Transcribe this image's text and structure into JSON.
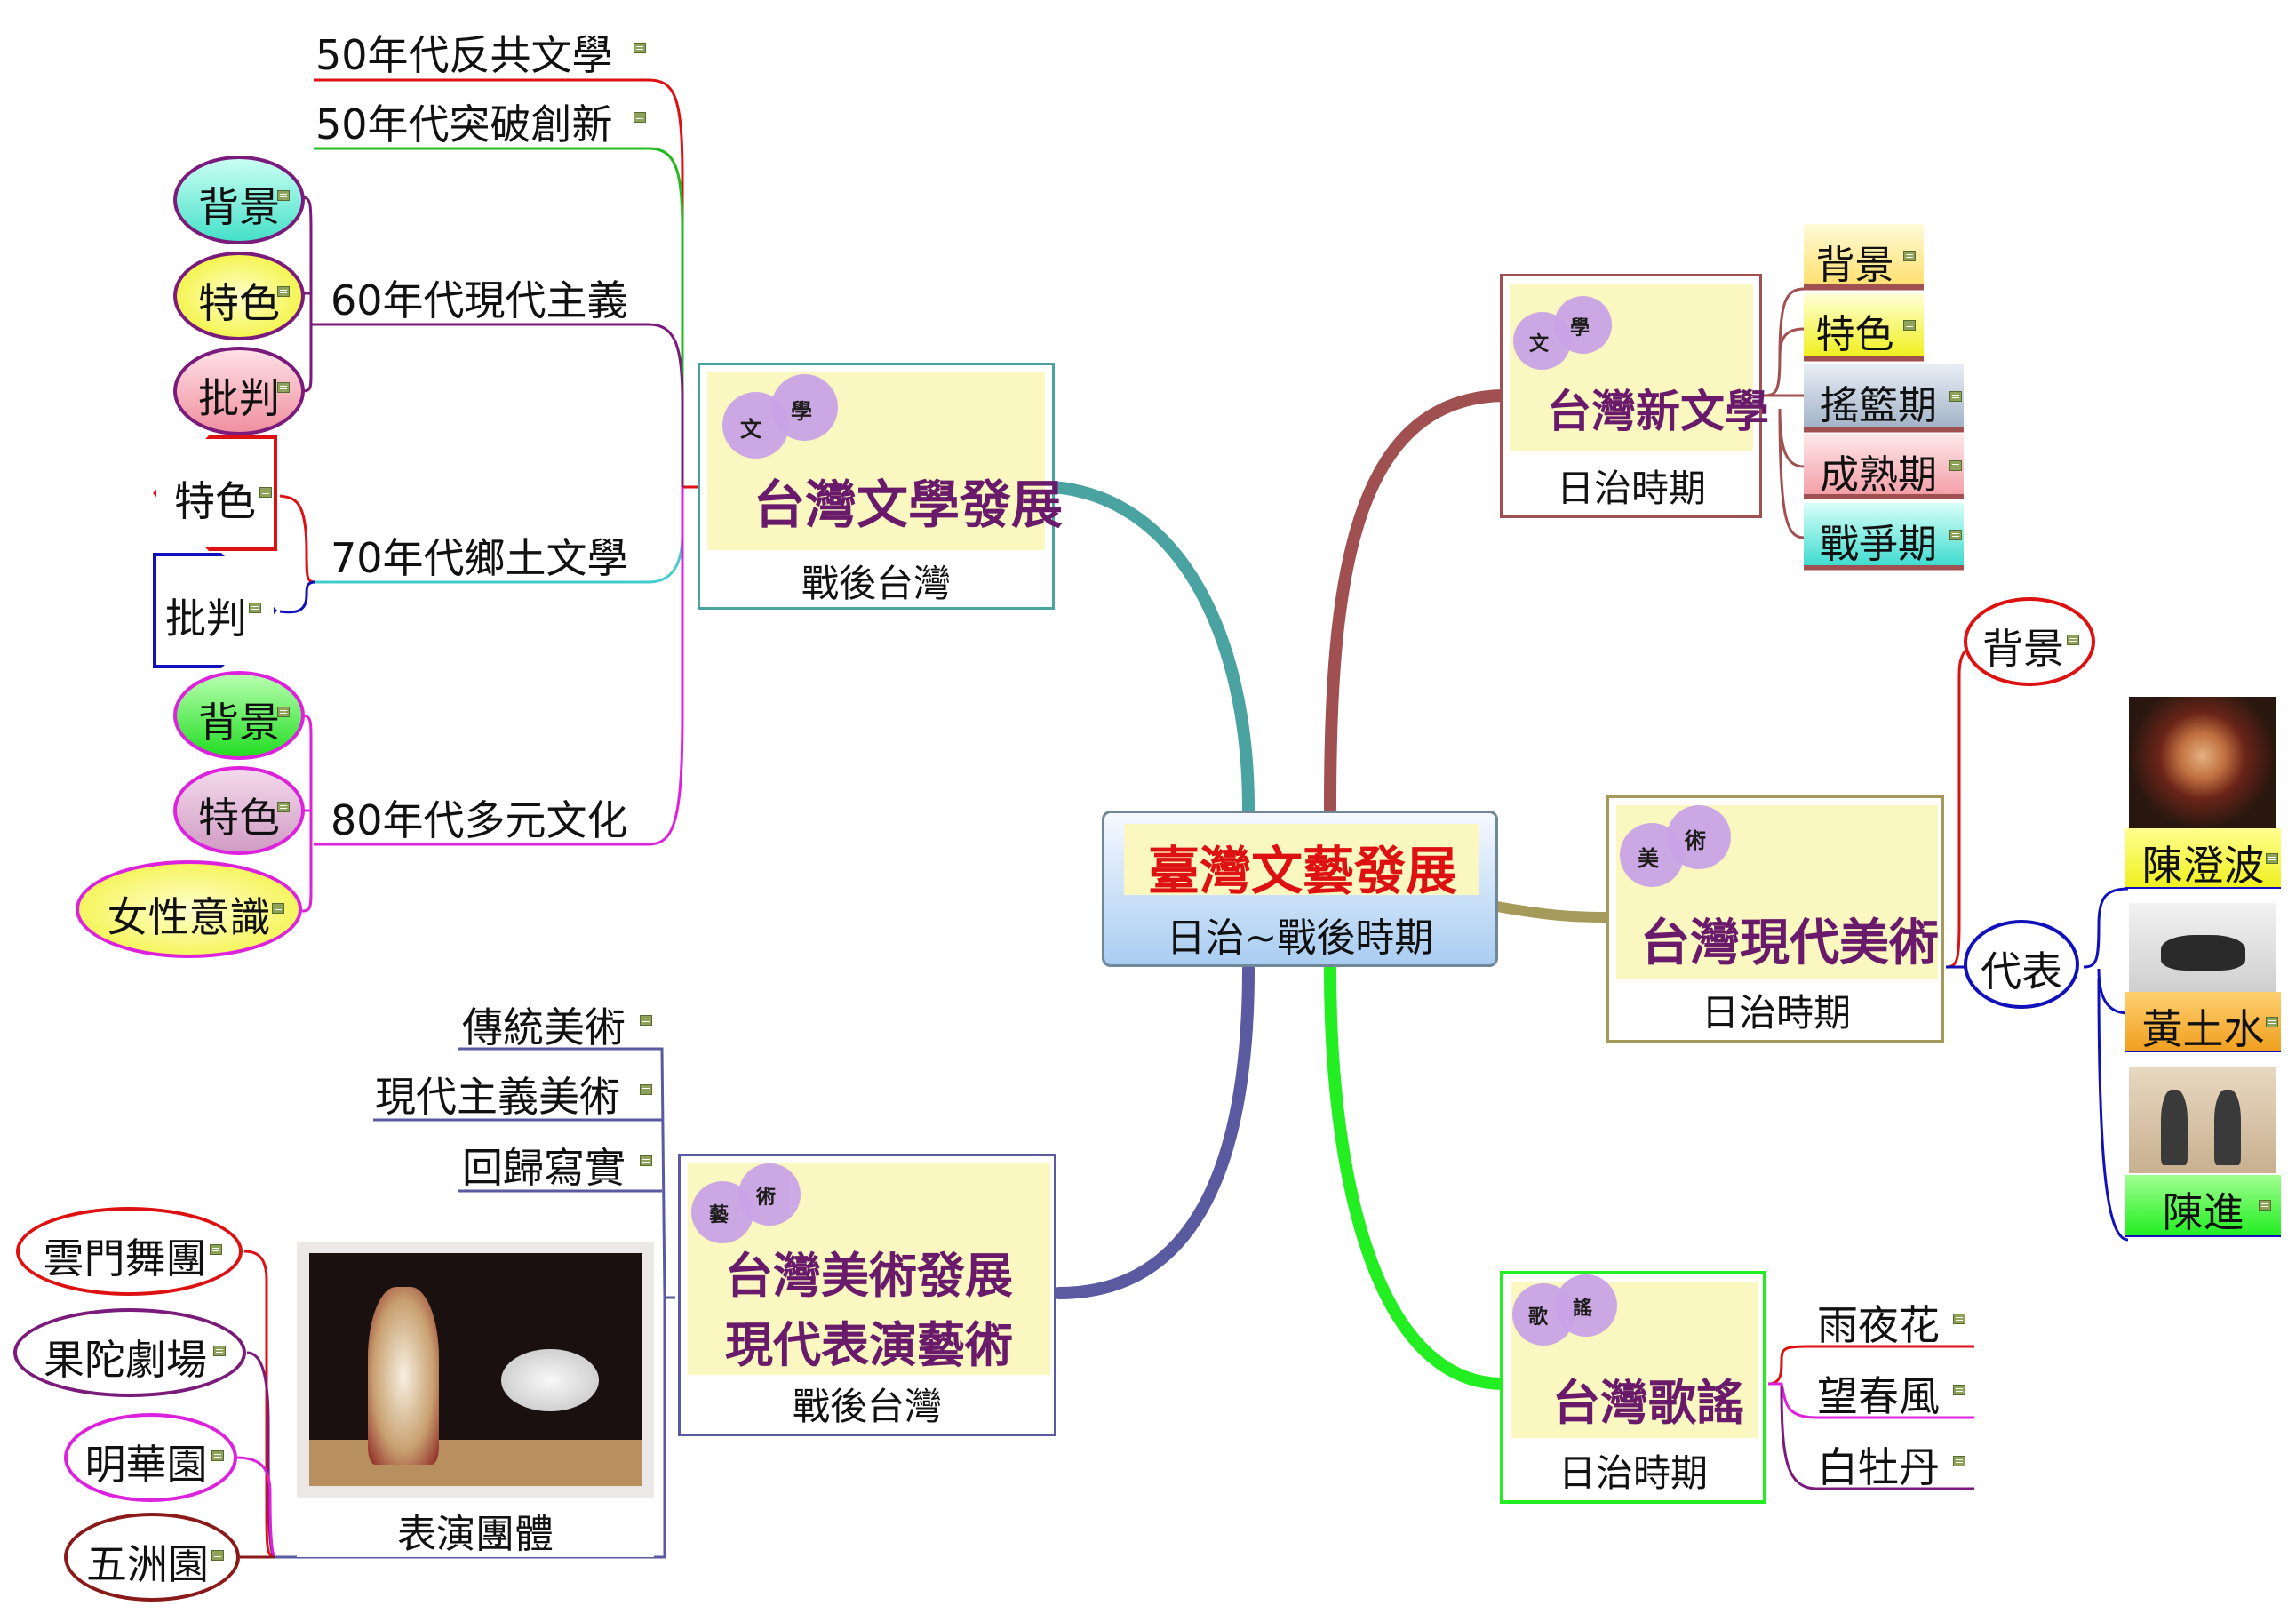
{
  "center": {
    "title": "臺灣文藝發展",
    "subtitle": "日治~戰後時期"
  },
  "nodes": {
    "lit_tw": {
      "badge": [
        "文",
        "學"
      ],
      "title": "台灣文學發展",
      "caption": "戰後台灣"
    },
    "lit_jp": {
      "badge": [
        "文",
        "學"
      ],
      "title": "台灣新文學",
      "caption": "日治時期"
    },
    "art_jp": {
      "badge": [
        "美",
        "術"
      ],
      "title": "台灣現代美術",
      "caption": "日治時期"
    },
    "art_tw": {
      "badge": [
        "藝",
        "術"
      ],
      "title_line1": "台灣美術發展",
      "title_line2": "現代表演藝術",
      "caption": "戰後台灣"
    },
    "song": {
      "badge": [
        "歌",
        "謠"
      ],
      "title": "台灣歌謠",
      "caption": "日治時期"
    }
  },
  "lit_tw_branches": {
    "b50a": "50年代反共文學",
    "b50b": "50年代突破創新",
    "b60": "60年代現代主義",
    "b70": "70年代鄉土文學",
    "b80": "80年代多元文化"
  },
  "b60_children": [
    "背景",
    "特色",
    "批判"
  ],
  "b70_children": [
    "特色",
    "批判"
  ],
  "b80_children": [
    "背景",
    "特色",
    "女性意識"
  ],
  "lit_jp_children": [
    "背景",
    "特色",
    "搖籃期",
    "成熟期",
    "戰爭期"
  ],
  "art_jp_children": {
    "bg": "背景",
    "rep": "代表"
  },
  "artists": [
    "陳澄波",
    "黃土水",
    "陳進"
  ],
  "art_tw_children": [
    "傳統美術",
    "現代主義美術",
    "回歸寫實"
  ],
  "perf": {
    "caption": "表演團體",
    "groups": [
      "雲門舞團",
      "果陀劇場",
      "明華園",
      "五洲園"
    ]
  },
  "songs": [
    "雨夜花",
    "望春風",
    "白牡丹"
  ],
  "colors": {
    "lit_tw": "#4aa3a0",
    "lit_jp": "#a05050",
    "art_jp": "#a59a5a",
    "art_tw": "#5a5aa0",
    "song": "#22dd22",
    "accent_title": "#dd1111"
  }
}
